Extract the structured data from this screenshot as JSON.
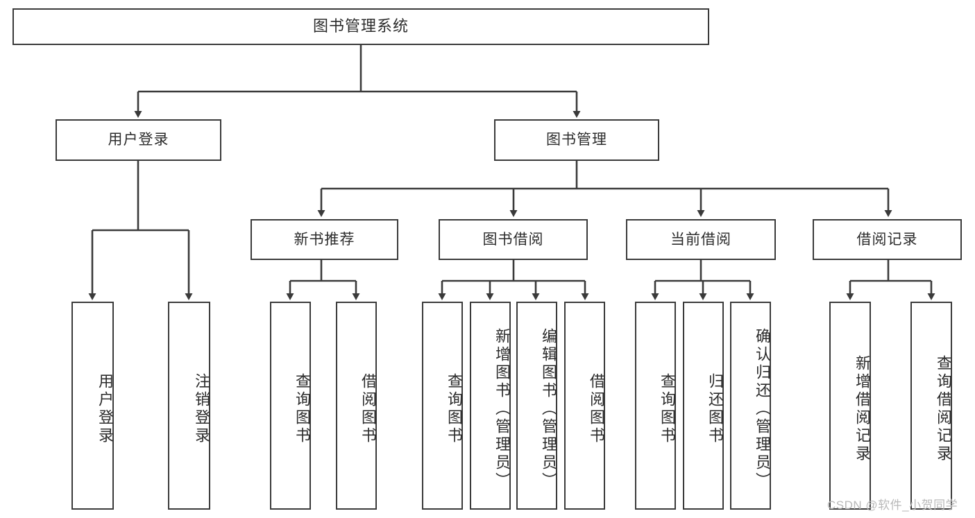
{
  "diagram": {
    "title": "图书管理系统",
    "type": "tree-hierarchy",
    "root": {
      "label": "图书管理系统"
    },
    "level2": [
      {
        "label": "用户登录"
      },
      {
        "label": "图书管理"
      }
    ],
    "level3": [
      {
        "label": "新书推荐"
      },
      {
        "label": "图书借阅"
      },
      {
        "label": "当前借阅"
      },
      {
        "label": "借阅记录"
      }
    ],
    "leaves": {
      "user_login": [
        {
          "label": "用户登录"
        },
        {
          "label": "注销登录"
        }
      ],
      "new_book_recommend": [
        {
          "label": "查询图书"
        },
        {
          "label": "借阅图书"
        }
      ],
      "book_borrow": [
        {
          "label": "查询图书"
        },
        {
          "label": "新增图书（管理员）"
        },
        {
          "label": "编辑图书（管理员）"
        },
        {
          "label": "借阅图书"
        }
      ],
      "current_borrow": [
        {
          "label": "查询图书"
        },
        {
          "label": "归还图书"
        },
        {
          "label": "确认归还（管理员）"
        }
      ],
      "borrow_record": [
        {
          "label": "新增借阅记录"
        },
        {
          "label": "查询借阅记录"
        }
      ]
    },
    "watermark": "CSDN @软件_小贺同学",
    "colors": {
      "stroke": "#3a3a3a",
      "fill": "#ffffff",
      "text": "#2b2b2b",
      "watermark": "#b9b9b9"
    }
  }
}
